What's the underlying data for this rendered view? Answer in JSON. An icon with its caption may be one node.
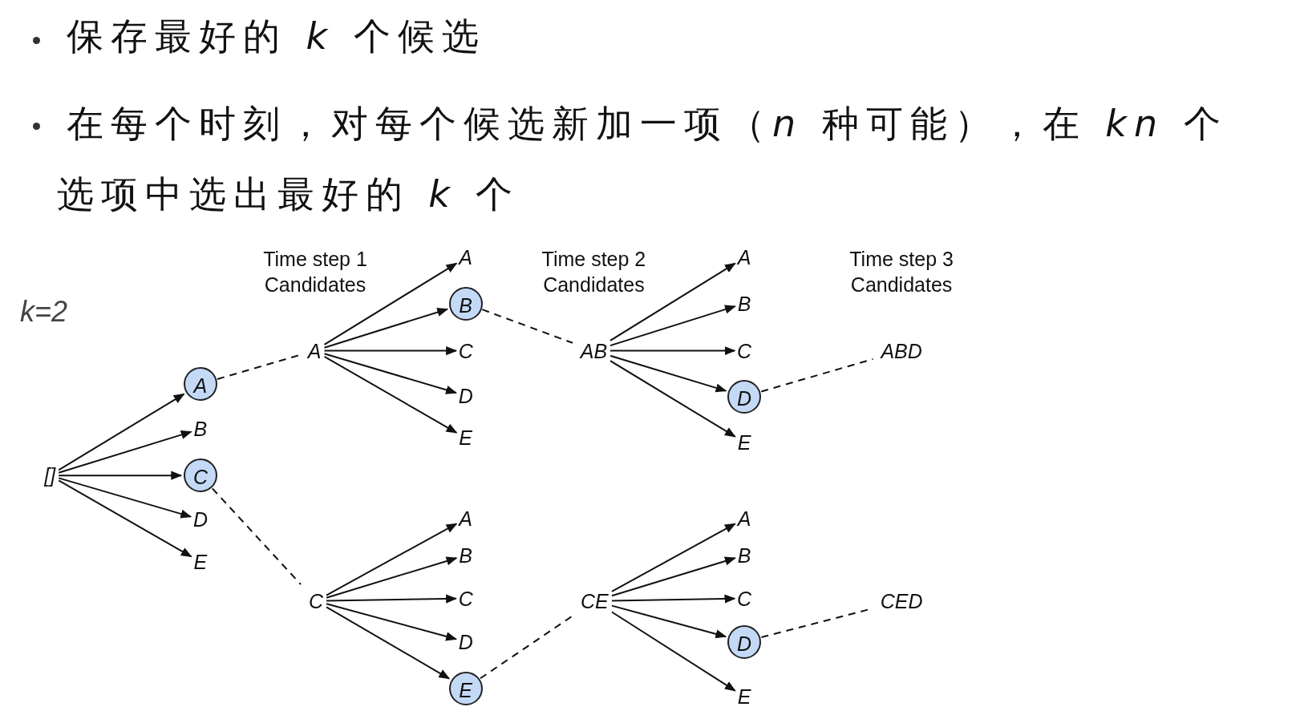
{
  "diagram": {
    "nodes": [
      {
        "text": [
          "[]"
        ]
      },
      {
        "text": [
          "A"
        ]
      },
      {
        "text": [
          "B"
        ]
      },
      {
        "text": [
          "C"
        ]
      },
      {
        "text": [
          "D"
        ]
      },
      {
        "text": [
          "E"
        ]
      },
      {
        "text": [
          "A"
        ]
      },
      {
        "text": [
          "C"
        ]
      },
      {
        "text": [
          "A"
        ]
      },
      {
        "text": [
          "B"
        ]
      },
      {
        "text": [
          "C"
        ]
      },
      {
        "text": [
          "D"
        ]
      },
      {
        "text": [
          "E"
        ]
      },
      {
        "text": [
          "A"
        ]
      },
      {
        "text": [
          "B"
        ]
      },
      {
        "text": [
          "C"
        ]
      },
      {
        "text": [
          "D"
        ]
      },
      {
        "text": [
          "E"
        ]
      },
      {
        "text": [
          "AB"
        ]
      },
      {
        "text": [
          "CE"
        ]
      },
      {
        "text": [
          "A"
        ]
      },
      {
        "text": [
          "B"
        ]
      },
      {
        "text": [
          "C"
        ]
      },
      {
        "text": [
          "D"
        ]
      },
      {
        "text": [
          "E"
        ]
      },
      {
        "text": [
          "A"
        ]
      },
      {
        "text": [
          "B"
        ]
      },
      {
        "text": [
          "C"
        ]
      },
      {
        "text": [
          "D"
        ]
      },
      {
        "text": [
          "E"
        ]
      },
      {
        "text": [
          "ABD"
        ]
      },
      {
        "text": [
          "CED"
        ]
      }
    ],
    "edges": [
      {
        "from": 0,
        "to": 1,
        "arrow": "to"
      },
      {
        "from": 0,
        "to": 2,
        "arrow": "to"
      },
      {
        "from": 0,
        "to": 3,
        "arrow": "to"
      },
      {
        "from": 0,
        "to": 4,
        "arrow": "to"
      },
      {
        "from": 0,
        "to": 5,
        "arrow": "to"
      },
      {
        "from": 1,
        "to": 6,
        "arrow": "none",
        "style": "dashed"
      },
      {
        "from": 3,
        "to": 7,
        "arrow": "none",
        "style": "dashed"
      },
      {
        "from": 6,
        "to": 8,
        "arrow": "to"
      },
      {
        "from": 6,
        "to": 9,
        "arrow": "to"
      },
      {
        "from": 6,
        "to": 10,
        "arrow": "to"
      },
      {
        "from": 6,
        "to": 11,
        "arrow": "to"
      },
      {
        "from": 6,
        "to": 12,
        "arrow": "to"
      },
      {
        "from": 7,
        "to": 13,
        "arrow": "to"
      },
      {
        "from": 7,
        "to": 14,
        "arrow": "to"
      },
      {
        "from": 7,
        "to": 15,
        "arrow": "to"
      },
      {
        "from": 7,
        "to": 16,
        "arrow": "to"
      },
      {
        "from": 7,
        "to": 17,
        "arrow": "to"
      },
      {
        "from": 9,
        "to": 18,
        "arrow": "none",
        "style": "dashed"
      },
      {
        "from": 17,
        "to": 19,
        "arrow": "none",
        "style": "dashed"
      },
      {
        "from": 18,
        "to": 20,
        "arrow": "to"
      },
      {
        "from": 18,
        "to": 21,
        "arrow": "to"
      },
      {
        "from": 18,
        "to": 22,
        "arrow": "to"
      },
      {
        "from": 18,
        "to": 23,
        "arrow": "to"
      },
      {
        "from": 18,
        "to": 24,
        "arrow": "to"
      },
      {
        "from": 19,
        "to": 25,
        "arrow": "to"
      },
      {
        "from": 19,
        "to": 26,
        "arrow": "to"
      },
      {
        "from": 19,
        "to": 27,
        "arrow": "to"
      },
      {
        "from": 19,
        "to": 28,
        "arrow": "to"
      },
      {
        "from": 19,
        "to": 29,
        "arrow": "to"
      },
      {
        "from": 23,
        "to": 30,
        "arrow": "none",
        "style": "dashed"
      },
      {
        "from": 28,
        "to": 31,
        "arrow": "none",
        "style": "dashed"
      }
    ],
    "labels": [
      "保存最好的 *k* 个候选",
      "在每个时刻，对每个候选新加一项（*n* 种可能），在 *kn* 个选项中选出最好的 *k* 个",
      "Time step 1 Candidates",
      "Time step 2 Candidates",
      "Time step 3 Candidates",
      "k=2"
    ]
  }
}
